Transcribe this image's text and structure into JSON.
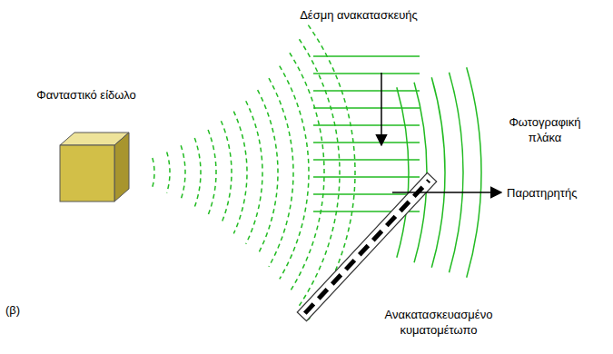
{
  "diagram": {
    "labels": [
      "Δέσμη ανακατασκευής",
      "Φανταστικό είδωλο",
      "Φωτογραφική πλάκα",
      "Παρατηρητής",
      "Ανακατασκευασμένο κυματομέτωπο",
      "(β)"
    ]
  }
}
